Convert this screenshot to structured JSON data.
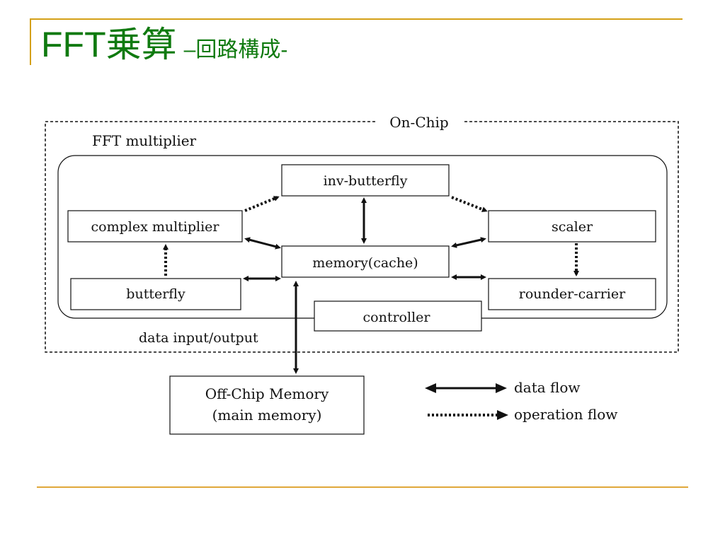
{
  "slide": {
    "title_main": "FFT乗算",
    "title_sub": "–回路構成-"
  },
  "diagram": {
    "on_chip_label": "On-Chip",
    "fft_multiplier_label": "FFT multiplier",
    "blocks": {
      "inv_butterfly": "inv-butterfly",
      "complex_multiplier": "complex multiplier",
      "memory_cache": "memory(cache)",
      "scaler": "scaler",
      "butterfly": "butterfly",
      "rounder_carrier": "rounder-carrier",
      "controller": "controller",
      "off_chip_line1": "Off-Chip Memory",
      "off_chip_line2": "(main memory)"
    },
    "io_label": "data input/output",
    "legend": {
      "data_flow": "data flow",
      "operation_flow": "operation flow"
    }
  },
  "colors": {
    "title": "#0f7a0f",
    "accent_rule": "#d4a017",
    "ink": "#111111"
  }
}
